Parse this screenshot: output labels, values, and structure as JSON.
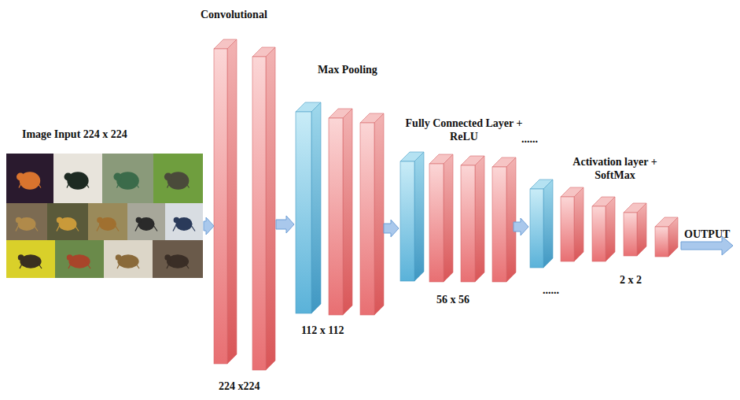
{
  "diagram": {
    "labels": [
      "Convolutional",
      "Max Pooling",
      "Fully Connected Layer + ReLU",
      "Image Input 224 x 224",
      "......",
      "Activation layer + SoftMax",
      "OUTPUT",
      "112 x 112",
      "56 x 56",
      "......",
      "2 x 2",
      "224 x224"
    ]
  }
}
